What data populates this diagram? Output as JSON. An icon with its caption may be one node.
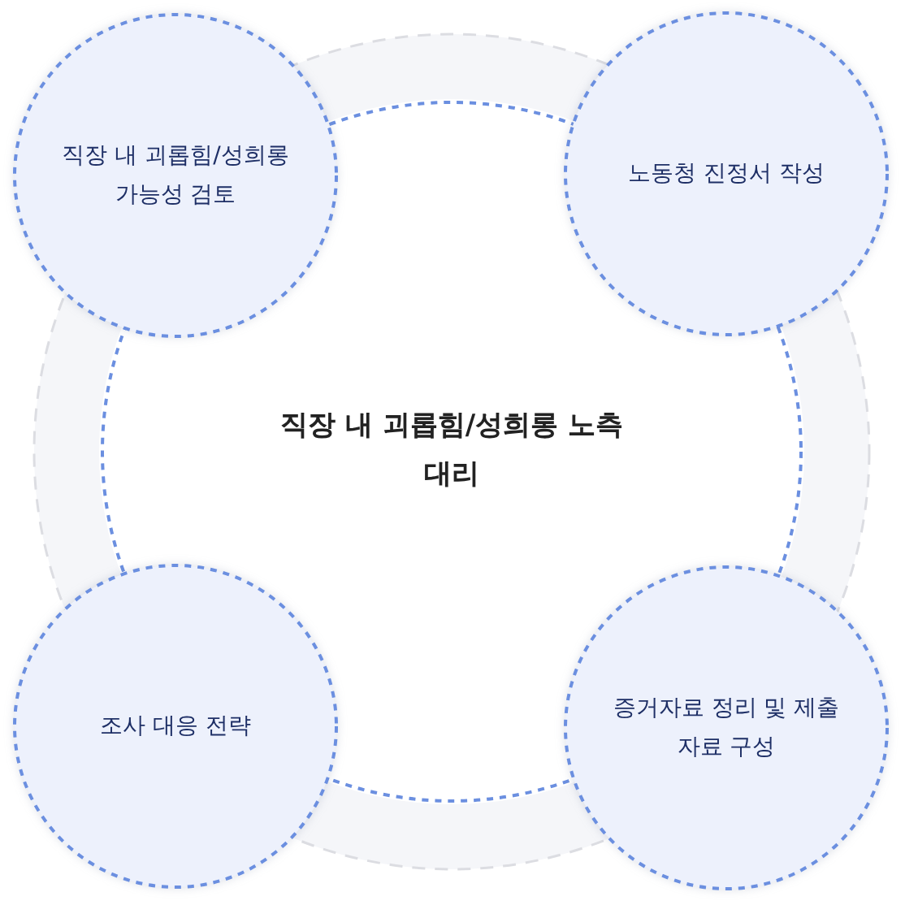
{
  "diagram": {
    "nodes": [
      {
        "text": [
          "직장 내 괴롭힘/성희롱 노측 대리"
        ]
      },
      {
        "text": [
          "직장 내 괴롭힘/성희롱 가능성 검토"
        ]
      },
      {
        "text": [
          "노동청 진정서 작성"
        ]
      },
      {
        "text": [
          "조사 대응 전략"
        ]
      },
      {
        "text": [
          "증거자료 정리 및 제출 자료 구성"
        ]
      }
    ]
  }
}
